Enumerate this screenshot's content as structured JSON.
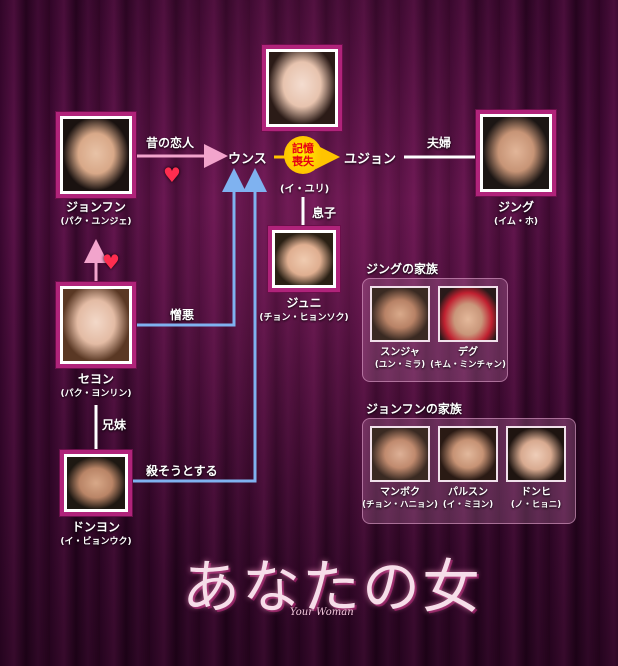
{
  "colors": {
    "pink_arrow": "#f2a4cc",
    "blue_arrow": "#7fb2f0",
    "white_line": "#ffffff",
    "photo_frame": "#b0237a",
    "heart": "#ff2d4f",
    "badge": "#ffd400"
  },
  "center": {
    "unsu": "ウンス",
    "unsu_actor": "(イ・ユリ)",
    "yujon": "ユジョン",
    "badge_lines": [
      "記憶",
      "喪失"
    ]
  },
  "characters": {
    "jonfun": {
      "name": "ジョンフン",
      "actor": "(パク・ユンジェ)"
    },
    "jingu": {
      "name": "ジング",
      "actor": "(イム・ホ)"
    },
    "juni": {
      "name": "ジュニ",
      "actor": "(チョン・ヒョンソク)"
    },
    "seyon": {
      "name": "セヨン",
      "actor": "(パク・ヨンリン)"
    },
    "donyon": {
      "name": "ドンヨン",
      "actor": "(イ・ビョンウク)"
    }
  },
  "relations": {
    "past_lover": "昔の恋人",
    "married": "夫婦",
    "son": "息子",
    "hatred": "憎悪",
    "siblings": "兄妹",
    "attempted_murder": "殺そうとする"
  },
  "jingu_family": {
    "title": "ジングの家族",
    "members": [
      {
        "name": "スンジャ",
        "actor": "(ユン・ミラ)"
      },
      {
        "name": "デグ",
        "actor": "(キム・ミンチャン)"
      }
    ]
  },
  "jonfun_family": {
    "title": "ジョンフンの家族",
    "members": [
      {
        "name": "マンボク",
        "actor": "(チョン・ハニョン)"
      },
      {
        "name": "パルスン",
        "actor": "(イ・ミヨン)"
      },
      {
        "name": "ドンヒ",
        "actor": "(ノ・ヒョニ)"
      }
    ]
  },
  "logo": {
    "title": "あなたの女",
    "subtitle": "Your Woman"
  }
}
